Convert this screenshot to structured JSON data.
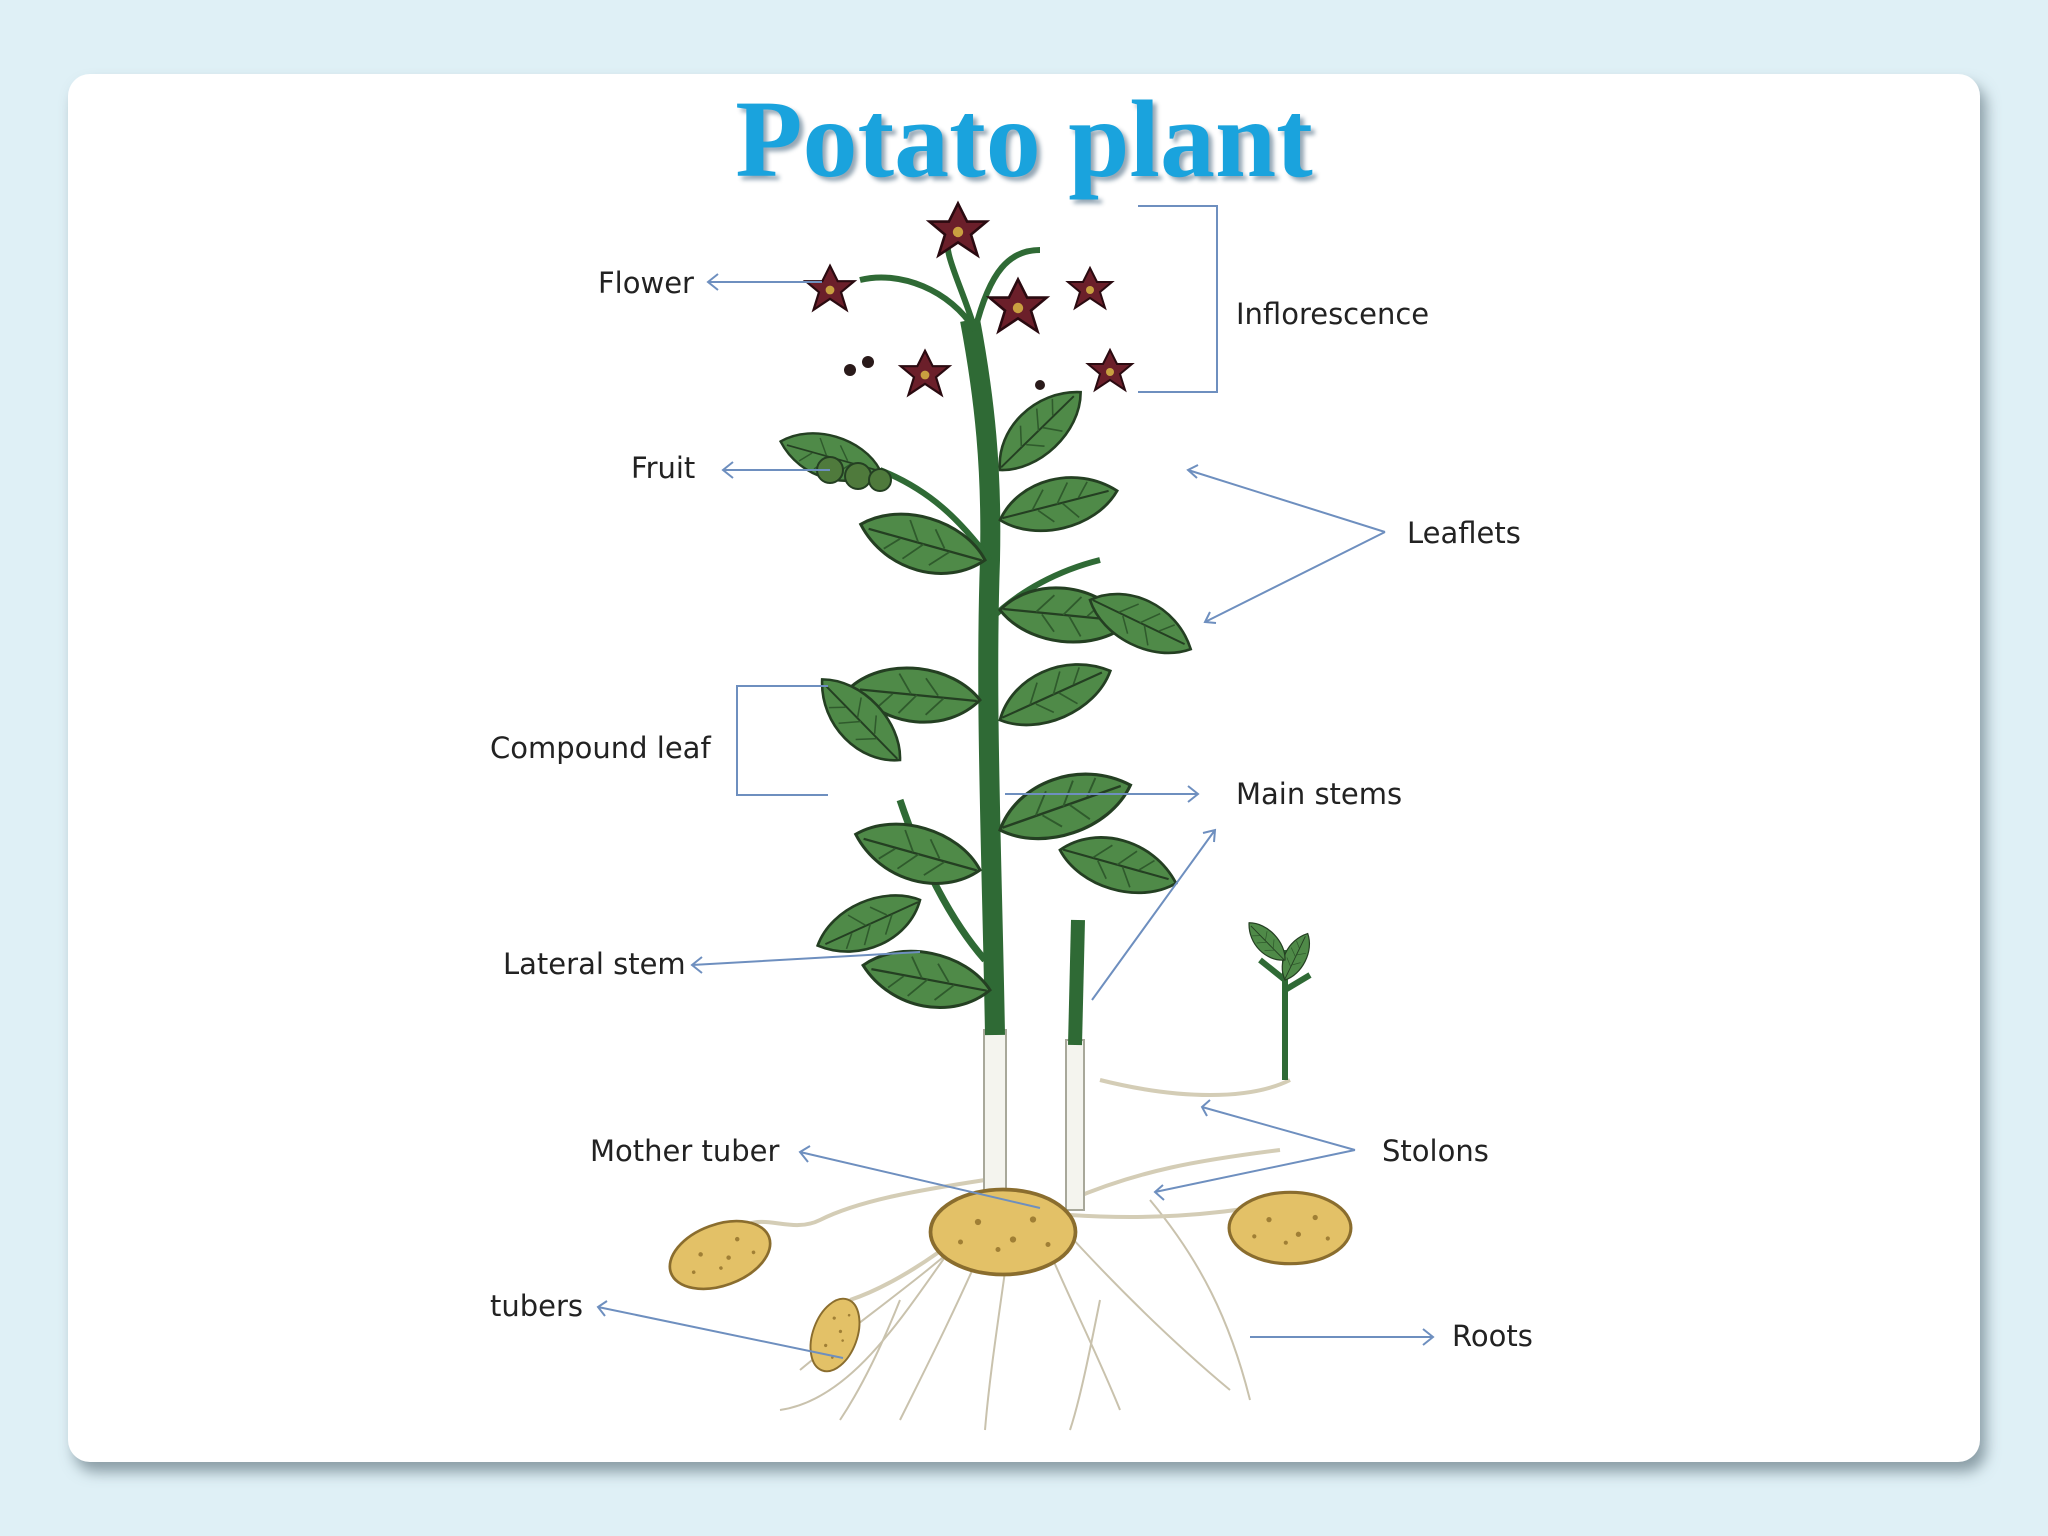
{
  "title": "Potato plant",
  "colors": {
    "background": "#dff0f6",
    "title": "#1aa3dd",
    "leader_line": "#6e8fbf",
    "leaf": "#4f8a48",
    "stem": "#2f6a35",
    "flower": "#6b1f2a",
    "tuber": "#e3c167",
    "root": "#c9c2ad"
  },
  "labels": {
    "flower": "Flower",
    "inflorescence": "Inflorescence",
    "fruit": "Fruit",
    "leaflets": "Leaflets",
    "compound_leaf": "Compound leaf",
    "main_stems": "Main stems",
    "lateral_stem": "Lateral stem",
    "mother_tuber": "Mother tuber",
    "stolons": "Stolons",
    "tubers": "tubers",
    "roots": "Roots"
  }
}
